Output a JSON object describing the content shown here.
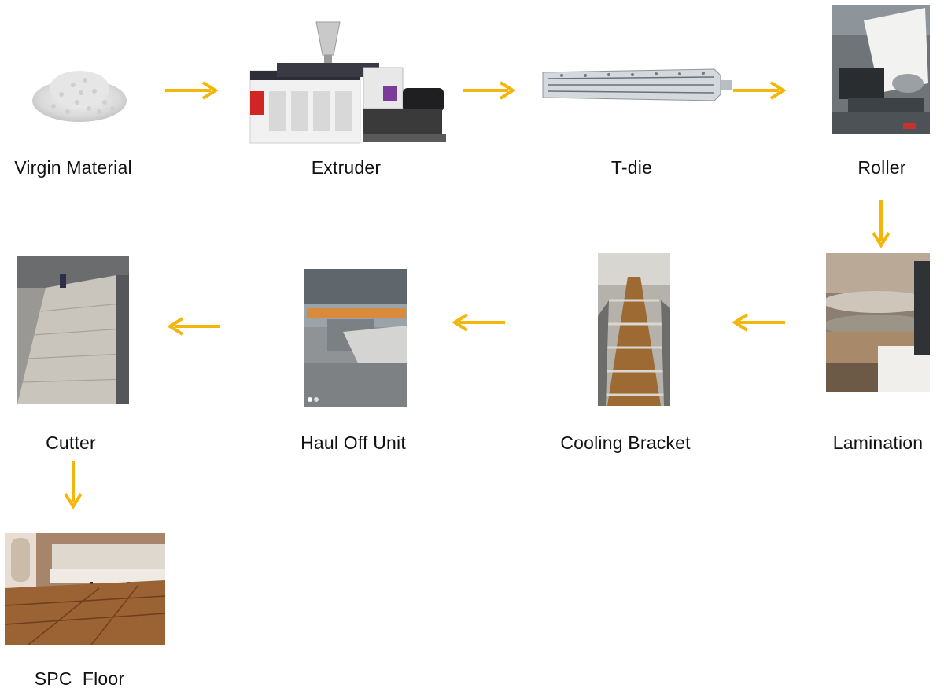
{
  "steps": {
    "virgin_material": {
      "label": "Virgin Material"
    },
    "extruder": {
      "label": "Extruder"
    },
    "t_die": {
      "label": "T-die"
    },
    "roller": {
      "label": "Roller"
    },
    "lamination": {
      "label": "Lamination"
    },
    "cooling_bracket": {
      "label": "Cooling Bracket"
    },
    "haul_off_unit": {
      "label": "Haul Off Unit"
    },
    "cutter": {
      "label": "Cutter"
    },
    "spc_floor": {
      "label": "SPC  Floor"
    }
  },
  "colors": {
    "arrow": "#F5B60C",
    "background": "#FFFFFF",
    "text": "#111111"
  }
}
